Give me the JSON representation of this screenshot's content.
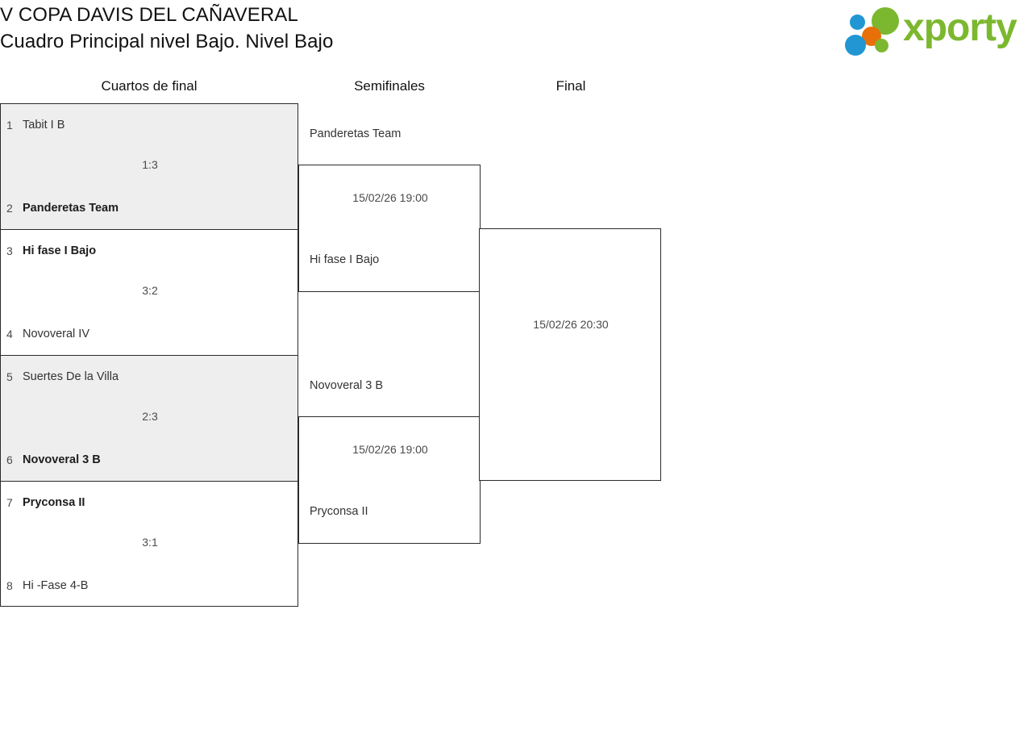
{
  "header": {
    "title_line1": "V COPA DAVIS DEL CAÑAVERAL",
    "title_line2": "Cuadro Principal nivel Bajo. Nivel Bajo",
    "logo": {
      "wordmark": "xporty",
      "colors": {
        "green": "#7cb82f",
        "blue": "#2196d3",
        "orange": "#e8700a"
      }
    }
  },
  "rounds": [
    {
      "label": "Cuartos de final"
    },
    {
      "label": "Semifinales"
    },
    {
      "label": "Final"
    }
  ],
  "quarterfinals": [
    {
      "shaded": true,
      "score": "1:3",
      "top": {
        "seed": "1",
        "name": "Tabit I B",
        "winner": false
      },
      "bottom": {
        "seed": "2",
        "name": "Panderetas Team",
        "winner": true
      }
    },
    {
      "shaded": false,
      "score": "3:2",
      "top": {
        "seed": "3",
        "name": "Hi fase I Bajo",
        "winner": true
      },
      "bottom": {
        "seed": "4",
        "name": "Novoveral IV",
        "winner": false
      }
    },
    {
      "shaded": true,
      "score": "2:3",
      "top": {
        "seed": "5",
        "name": "Suertes De la Villa",
        "winner": false
      },
      "bottom": {
        "seed": "6",
        "name": "Novoveral 3 B",
        "winner": true
      }
    },
    {
      "shaded": false,
      "score": "3:1",
      "top": {
        "seed": "7",
        "name": "Pryconsa II",
        "winner": true
      },
      "bottom": {
        "seed": "8",
        "name": "Hi -Fase 4-B",
        "winner": false
      }
    }
  ],
  "semifinals": [
    {
      "time": "15/02/26 19:00",
      "top": "Panderetas Team",
      "bottom": "Hi fase I Bajo"
    },
    {
      "time": "15/02/26 19:00",
      "top": "Novoveral 3 B",
      "bottom": "Pryconsa II"
    }
  ],
  "final": {
    "time": "15/02/26 20:30",
    "top": "",
    "bottom": ""
  }
}
